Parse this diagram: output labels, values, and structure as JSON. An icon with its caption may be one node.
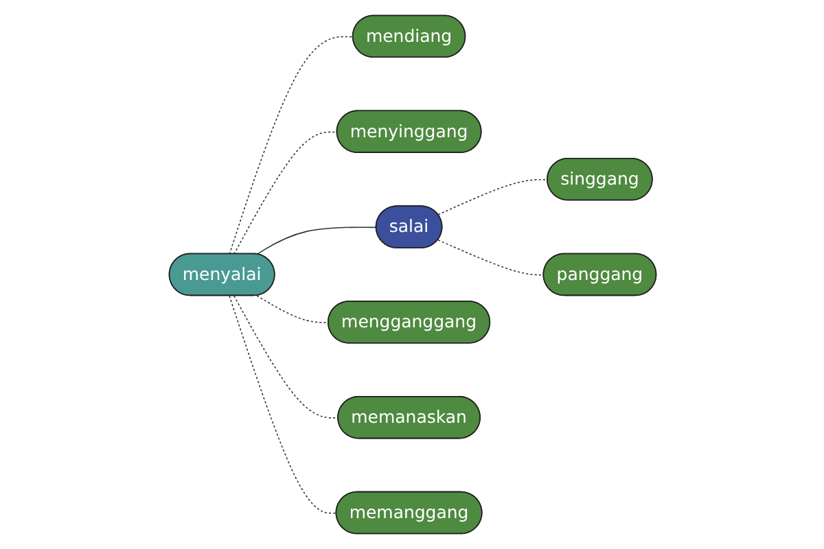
{
  "diagram": {
    "nodes": [
      {
        "text": [
          "mendiang"
        ]
      },
      {
        "text": [
          "menyinggang"
        ]
      },
      {
        "text": [
          "menyalai"
        ]
      },
      {
        "text": [
          "singgang"
        ]
      },
      {
        "text": [
          "salai"
        ]
      },
      {
        "text": [
          "mengganggang"
        ]
      },
      {
        "text": [
          "panggang"
        ]
      },
      {
        "text": [
          "memanaskan"
        ]
      },
      {
        "text": [
          "memanggang"
        ]
      }
    ],
    "edges": [
      {
        "from": 2,
        "to": 0,
        "arrow": "none",
        "style": "dashed"
      },
      {
        "from": 2,
        "to": 1,
        "arrow": "none",
        "style": "dashed"
      },
      {
        "from": 2,
        "to": 5,
        "arrow": "none",
        "style": "dashed"
      },
      {
        "from": 2,
        "to": 7,
        "arrow": "none",
        "style": "dashed"
      },
      {
        "from": 2,
        "to": 8,
        "arrow": "none",
        "style": "dashed"
      },
      {
        "from": 2,
        "to": 4,
        "arrow": "none"
      },
      {
        "from": 4,
        "to": 3,
        "arrow": "none",
        "style": "dashed"
      },
      {
        "from": 4,
        "to": 6,
        "arrow": "none",
        "style": "dashed"
      }
    ]
  }
}
